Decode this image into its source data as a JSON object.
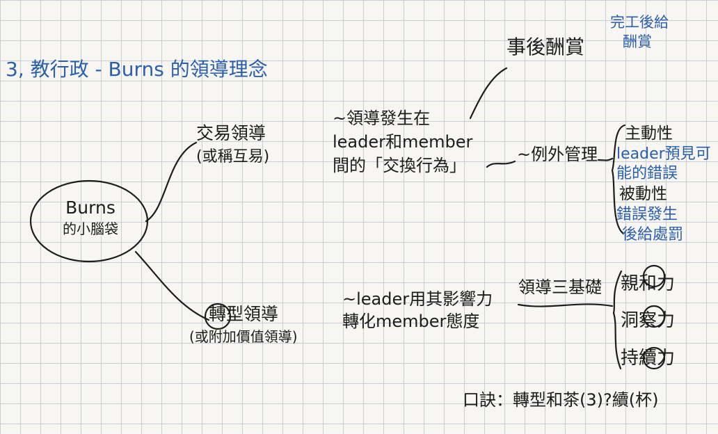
{
  "title": "3, 教行政 - Burns 的領導理念",
  "center": {
    "line1": "Burns",
    "line2": "的小腦袋"
  },
  "transactional": {
    "label": "交易領導",
    "alias": "(或稱互易)",
    "desc_lines": [
      "~領導發生在",
      "leader和member",
      "間的「交換行為」"
    ],
    "reward": "事後酬賞",
    "reward_note": [
      "完工後給",
      "酬賞"
    ],
    "exception": "~例外管理",
    "active": "主動性",
    "active_note": [
      "leader預見可",
      "能的錯誤"
    ],
    "passive": "被動性",
    "passive_note": [
      "錯誤發生",
      "後給處罰"
    ]
  },
  "transformational": {
    "label": "轉型領導",
    "alias": "(或附加價值領導)",
    "desc_lines": [
      "~leader用其影響力",
      "轉化member態度"
    ],
    "basis": "領導三基礎",
    "traits": [
      "親和力",
      "洞察力",
      "持續力"
    ]
  },
  "mnemonic": "口訣：轉型和茶(3)?續(杯)",
  "colors": {
    "ink": "#1c1c1c",
    "blue": "#2a5fae",
    "grid": "#c9ccd3",
    "paper": "#f7f6f2"
  }
}
